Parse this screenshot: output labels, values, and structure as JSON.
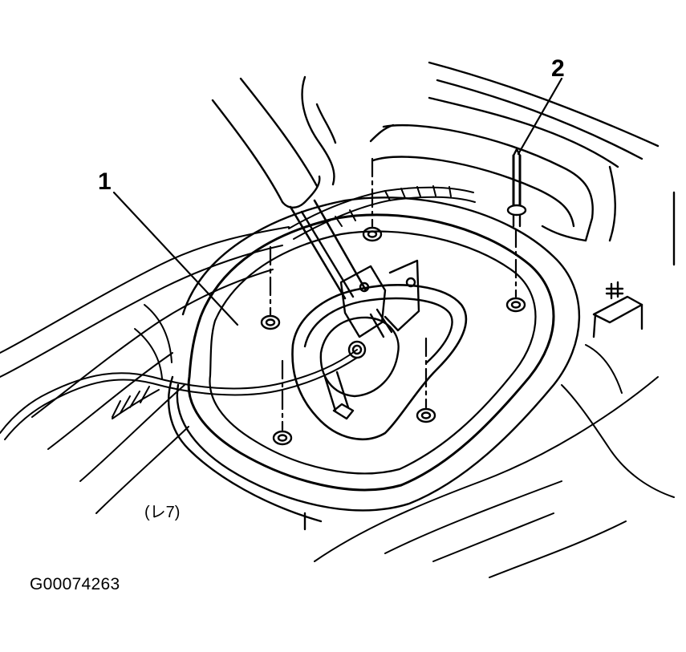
{
  "diagram": {
    "callouts": [
      {
        "id": "1",
        "label": "1"
      },
      {
        "id": "2",
        "label": "2"
      }
    ],
    "figure_id": "G00074263",
    "small_mark": "(レ7)",
    "colors": {
      "line": "#000000",
      "background": "#ffffff"
    }
  }
}
